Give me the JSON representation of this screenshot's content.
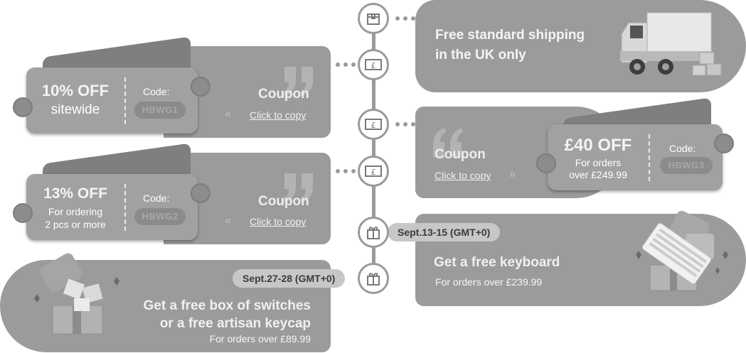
{
  "shipping": {
    "line1": "Free standard shipping",
    "line2": "in the UK only"
  },
  "coupon1": {
    "big": "10% OFF",
    "sub": "sitewide",
    "code_label": "Code:",
    "code": "HBWG1",
    "coupon": "Coupon",
    "copy": "Click to copy"
  },
  "coupon3": {
    "big": "£40 OFF",
    "sub1": "For orders",
    "sub2": "over £249.99",
    "code_label": "Code:",
    "code": "HBWG3",
    "coupon": "Coupon",
    "copy": "Click to copy"
  },
  "coupon2": {
    "big": "13% OFF",
    "sub1": "For ordering",
    "sub2": "2 pcs or more",
    "code_label": "Code:",
    "code": "HBWG2",
    "coupon": "Coupon",
    "copy": "Click to copy"
  },
  "keyboard": {
    "date": "Sept.13-15 (GMT+0)",
    "title": "Get a free keyboard",
    "sub": "For orders over £239.99"
  },
  "switches": {
    "date": "Sept.27-28 (GMT+0)",
    "title1": "Get a free box of switches",
    "title2": "or a free artisan keycap",
    "sub": "For orders over £89.99"
  },
  "icons": [
    "box-icon",
    "pound-note-icon",
    "pound-note-icon",
    "pound-note-icon",
    "gift-icon",
    "gift-icon"
  ],
  "colors": {
    "panel": "#9b9b9b",
    "connector": "#9a9a9a",
    "ticket": "#a1a1a1",
    "date_pill": "#c7c7c7"
  }
}
